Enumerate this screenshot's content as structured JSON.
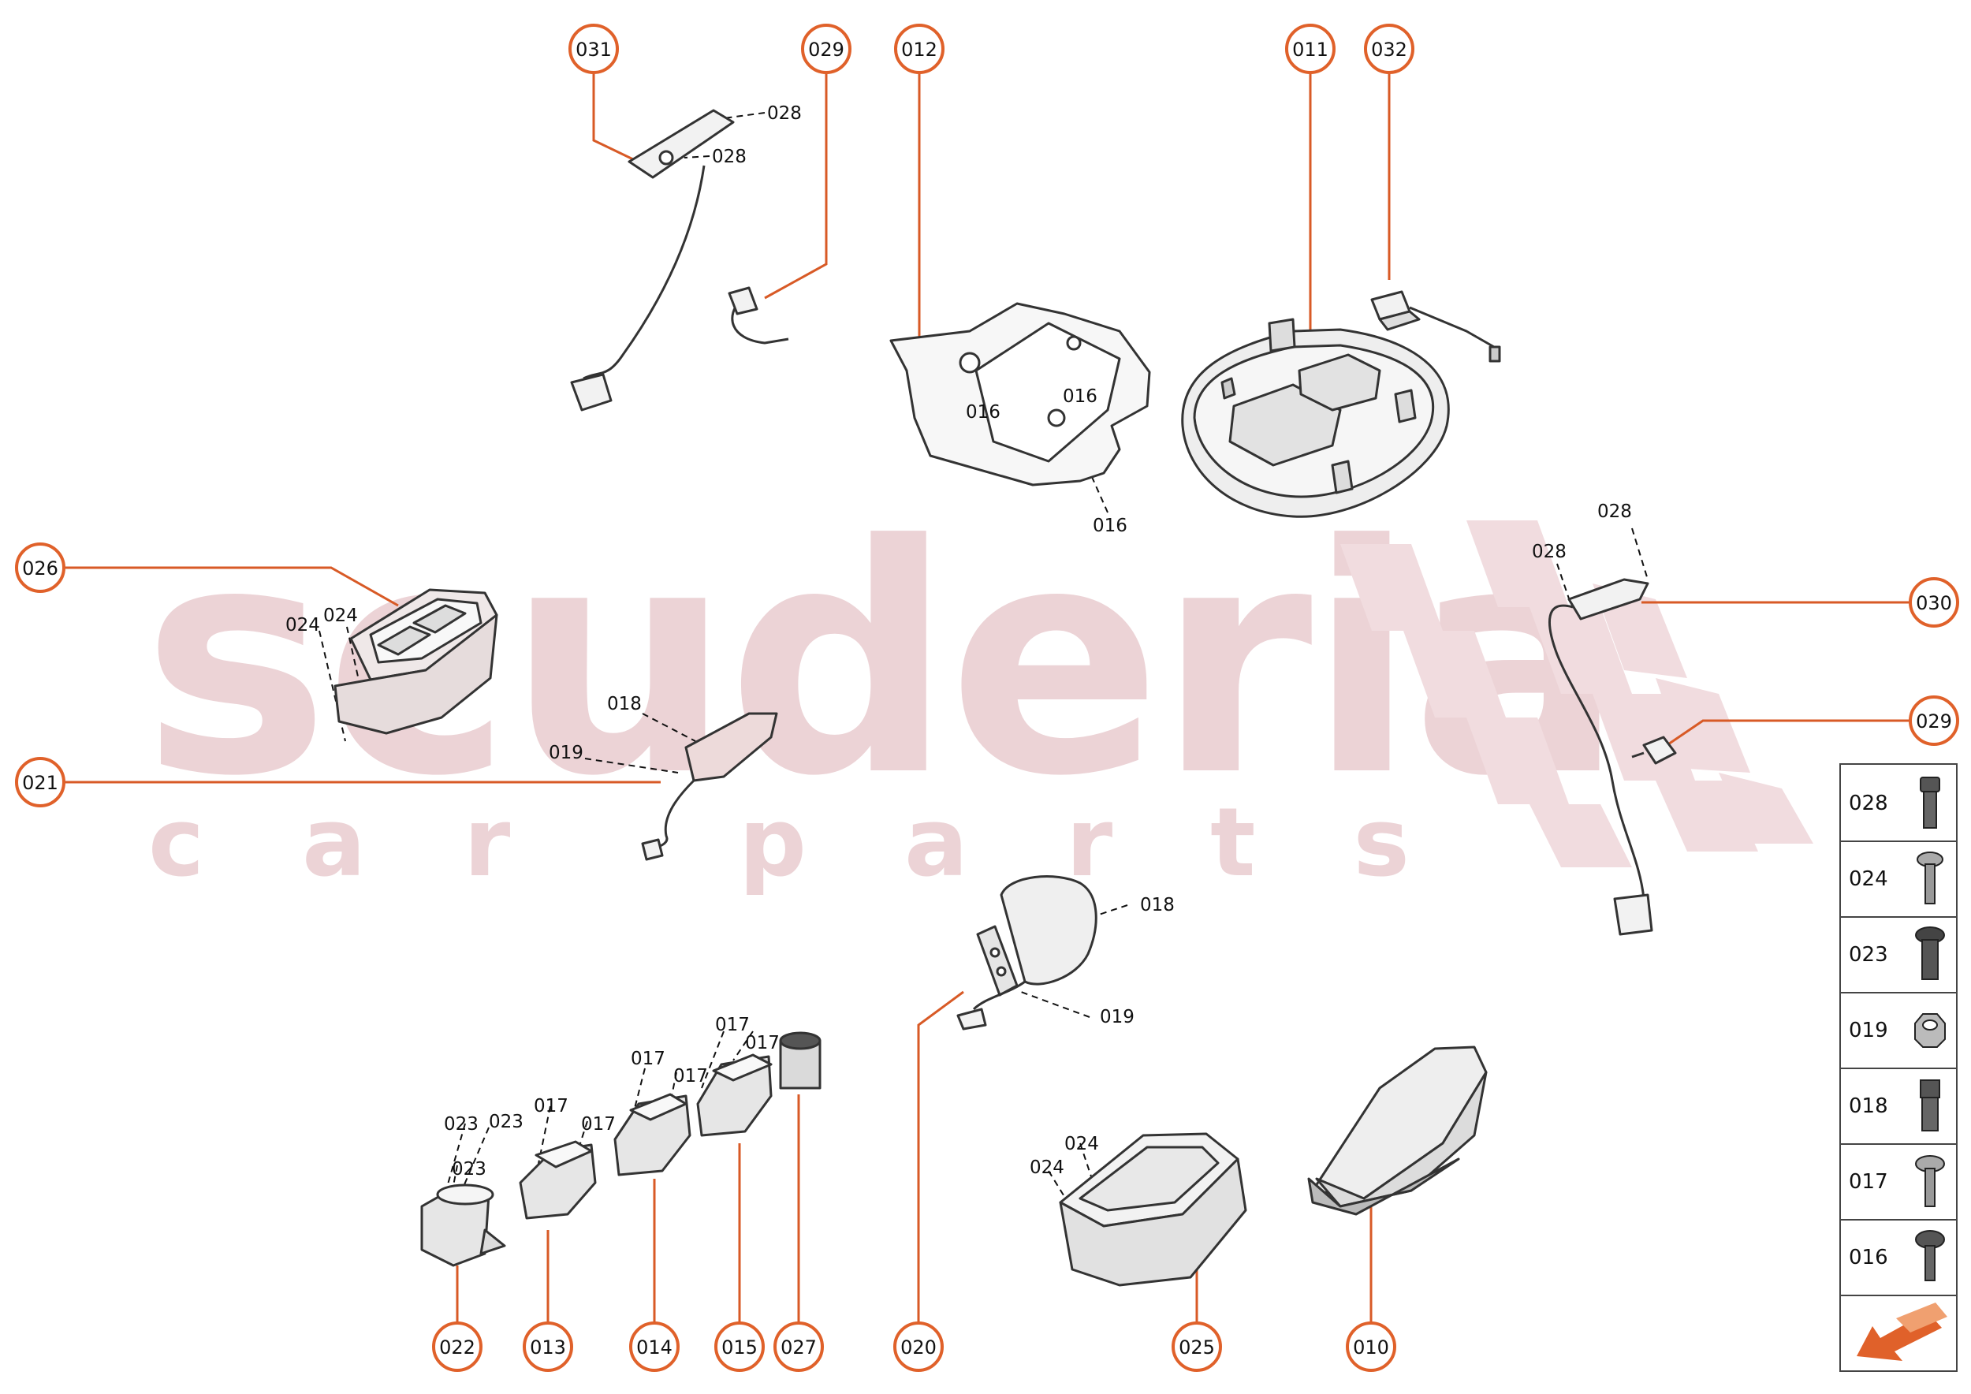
{
  "watermark": {
    "main": "scuderia",
    "sub": "car parts"
  },
  "callouts": [
    {
      "id": "c031",
      "code": "031"
    },
    {
      "id": "c029a",
      "code": "029"
    },
    {
      "id": "c012",
      "code": "012"
    },
    {
      "id": "c011",
      "code": "011"
    },
    {
      "id": "c032",
      "code": "032"
    },
    {
      "id": "c026",
      "code": "026"
    },
    {
      "id": "c021",
      "code": "021"
    },
    {
      "id": "c030",
      "code": "030"
    },
    {
      "id": "c029b",
      "code": "029"
    },
    {
      "id": "c022",
      "code": "022"
    },
    {
      "id": "c013",
      "code": "013"
    },
    {
      "id": "c014",
      "code": "014"
    },
    {
      "id": "c015",
      "code": "015"
    },
    {
      "id": "c027",
      "code": "027"
    },
    {
      "id": "c020",
      "code": "020"
    },
    {
      "id": "c025",
      "code": "025"
    },
    {
      "id": "c010",
      "code": "010"
    }
  ],
  "labels": [
    {
      "id": "l1",
      "code": "028"
    },
    {
      "id": "l2",
      "code": "028"
    },
    {
      "id": "l3",
      "code": "016"
    },
    {
      "id": "l4",
      "code": "016"
    },
    {
      "id": "l5",
      "code": "016"
    },
    {
      "id": "l6",
      "code": "028"
    },
    {
      "id": "l7",
      "code": "028"
    },
    {
      "id": "l8",
      "code": "024"
    },
    {
      "id": "l9",
      "code": "024"
    },
    {
      "id": "l10",
      "code": "018"
    },
    {
      "id": "l11",
      "code": "019"
    },
    {
      "id": "l12",
      "code": "018"
    },
    {
      "id": "l13",
      "code": "019"
    },
    {
      "id": "l14",
      "code": "017"
    },
    {
      "id": "l15",
      "code": "017"
    },
    {
      "id": "l16",
      "code": "017"
    },
    {
      "id": "l17",
      "code": "017"
    },
    {
      "id": "l18",
      "code": "017"
    },
    {
      "id": "l19",
      "code": "017"
    },
    {
      "id": "l20",
      "code": "023"
    },
    {
      "id": "l21",
      "code": "023"
    },
    {
      "id": "l22",
      "code": "023"
    },
    {
      "id": "l23",
      "code": "024"
    },
    {
      "id": "l24",
      "code": "024"
    }
  ],
  "legend": [
    {
      "code": "028",
      "icon": "bolt-socket-icon"
    },
    {
      "code": "024",
      "icon": "screw-pan-icon"
    },
    {
      "code": "023",
      "icon": "screw-large-icon"
    },
    {
      "code": "019",
      "icon": "nut-flange-icon"
    },
    {
      "code": "018",
      "icon": "bolt-hex-icon"
    },
    {
      "code": "017",
      "icon": "screw-washer-icon"
    },
    {
      "code": "016",
      "icon": "screw-torx-icon"
    }
  ],
  "colors": {
    "callout": "#e0612a",
    "line": "#d85a26",
    "watermark": "#ecd3d6",
    "part_stroke": "#333333",
    "part_fill": "#f2f2f2"
  }
}
